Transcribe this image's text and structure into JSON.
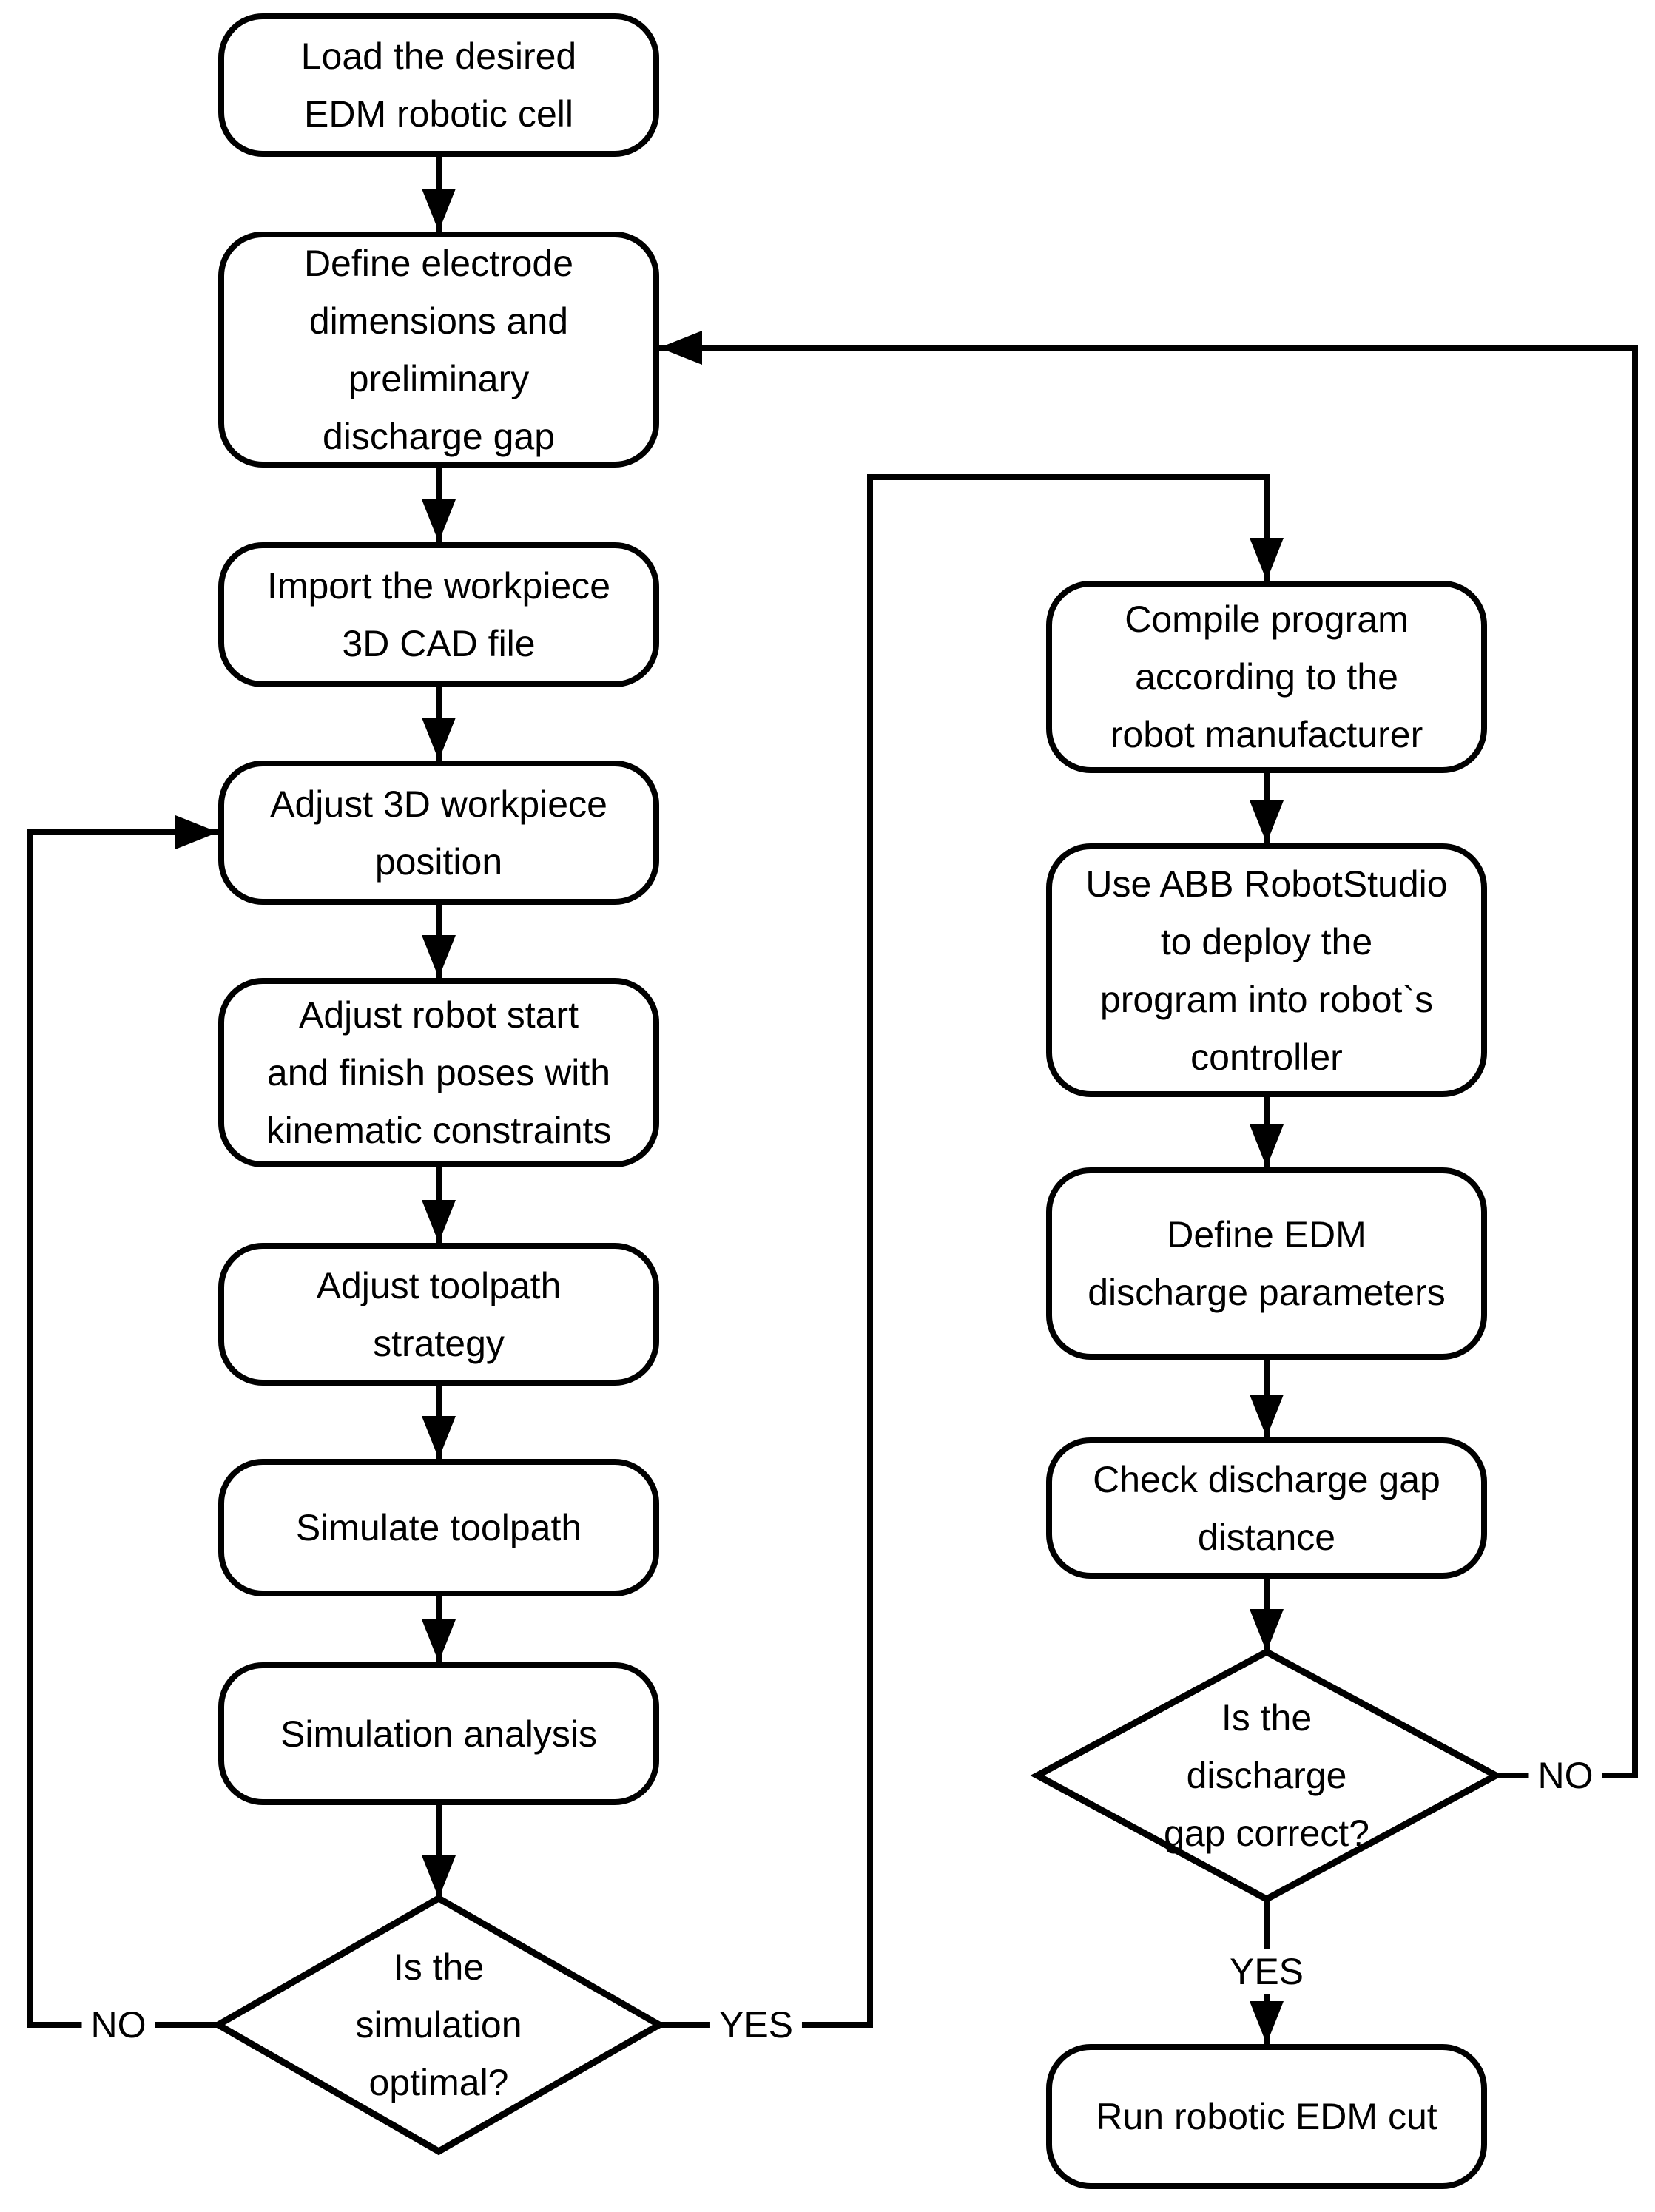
{
  "diagram": {
    "type": "flowchart",
    "colors": {
      "stroke": "#000000",
      "background": "#ffffff",
      "text": "#000000"
    },
    "nodes": {
      "load_cell": "Load the desired\nEDM robotic cell",
      "define_electrode": "Define electrode\ndimensions and\npreliminary\ndischarge gap",
      "import_cad": "Import the workpiece\n3D CAD file",
      "adjust_workpiece": "Adjust 3D workpiece\nposition",
      "adjust_poses": "Adjust robot start\nand finish poses with\nkinematic constraints",
      "adjust_toolpath": "Adjust toolpath\nstrategy",
      "simulate_toolpath": "Simulate toolpath",
      "simulation_analysis": "Simulation analysis",
      "decision_simulation": "Is the\nsimulation\noptimal?",
      "compile_program": "Compile program\naccording to the\nrobot manufacturer",
      "deploy_program": "Use ABB RobotStudio\nto deploy the\nprogram into robot`s\ncontroller",
      "define_discharge_params": "Define EDM\ndischarge parameters",
      "check_gap": "Check discharge gap\ndistance",
      "decision_gap": "Is the\ndischarge\ngap correct?",
      "run_cut": "Run robotic EDM cut"
    },
    "edge_labels": {
      "simulation_no": "NO",
      "simulation_yes": "YES",
      "gap_no": "NO",
      "gap_yes": "YES"
    }
  }
}
